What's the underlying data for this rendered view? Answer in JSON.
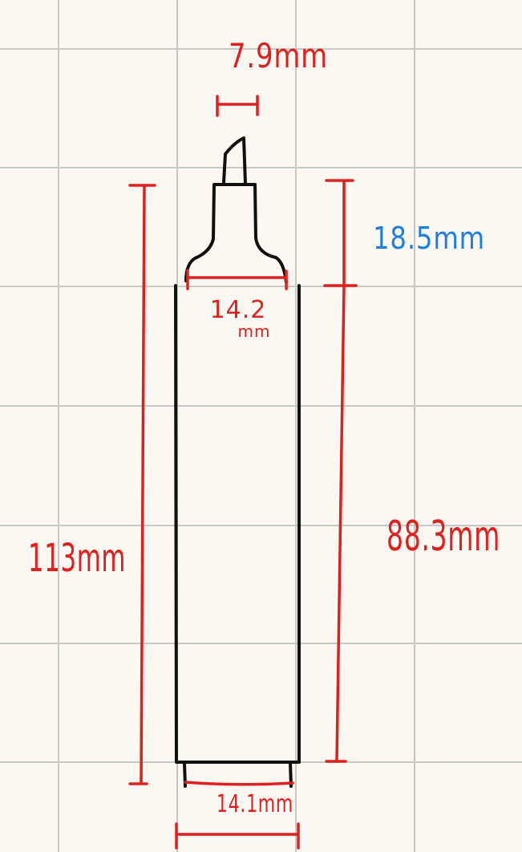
{
  "colors": {
    "paper": "#FBF8F2",
    "grid": "#C8C8C8",
    "ink": "#111111",
    "dimension": "#E0201E",
    "highlight": "#1E7FE0"
  },
  "labels": {
    "tip_width": "7.9mm",
    "neck_height": "18.5mm",
    "shoulder_width_number": "14.2",
    "shoulder_width_unit": "mm",
    "total_length": "113mm",
    "body_length": "88.3mm",
    "base_width": "14.1mm"
  }
}
